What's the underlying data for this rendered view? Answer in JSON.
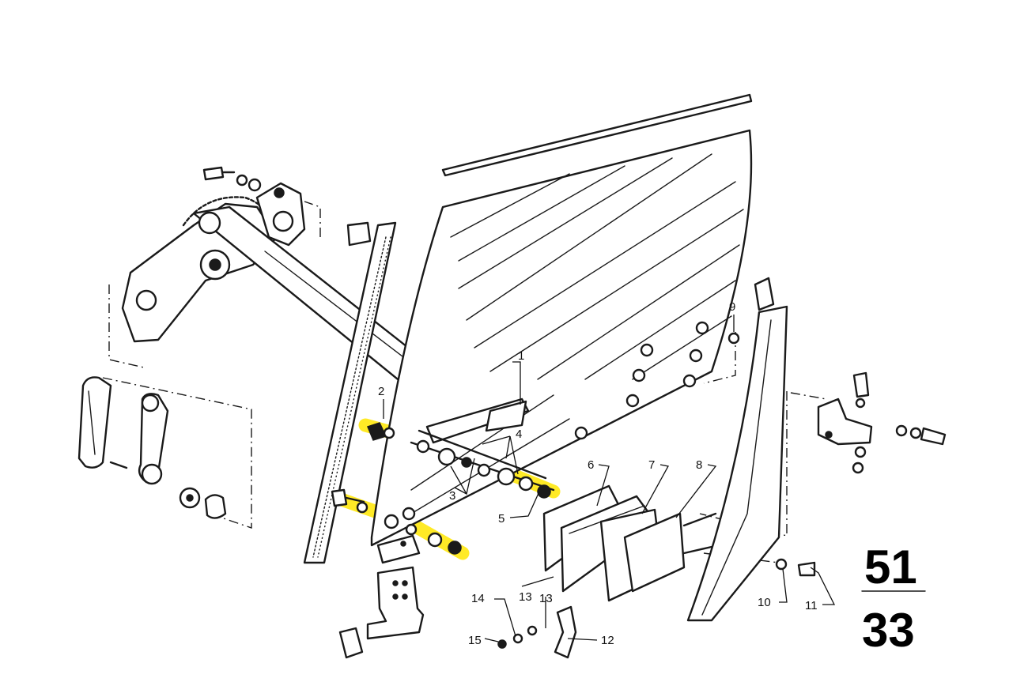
{
  "diagram": {
    "group_major": "51",
    "group_minor": "33",
    "callouts": [
      {
        "id": "c1",
        "label": "1"
      },
      {
        "id": "c2",
        "label": "2"
      },
      {
        "id": "c3",
        "label": "3"
      },
      {
        "id": "c4",
        "label": "4"
      },
      {
        "id": "c5",
        "label": "5"
      },
      {
        "id": "c6",
        "label": "6"
      },
      {
        "id": "c7",
        "label": "7"
      },
      {
        "id": "c8",
        "label": "8"
      },
      {
        "id": "c9",
        "label": "9"
      },
      {
        "id": "c10",
        "label": "10"
      },
      {
        "id": "c11",
        "label": "11"
      },
      {
        "id": "c12",
        "label": "12"
      },
      {
        "id": "c13a",
        "label": "13"
      },
      {
        "id": "c13b",
        "label": "13"
      },
      {
        "id": "c14",
        "label": "14"
      },
      {
        "id": "c15",
        "label": "15"
      }
    ],
    "highlight_color": "#ffe600"
  }
}
